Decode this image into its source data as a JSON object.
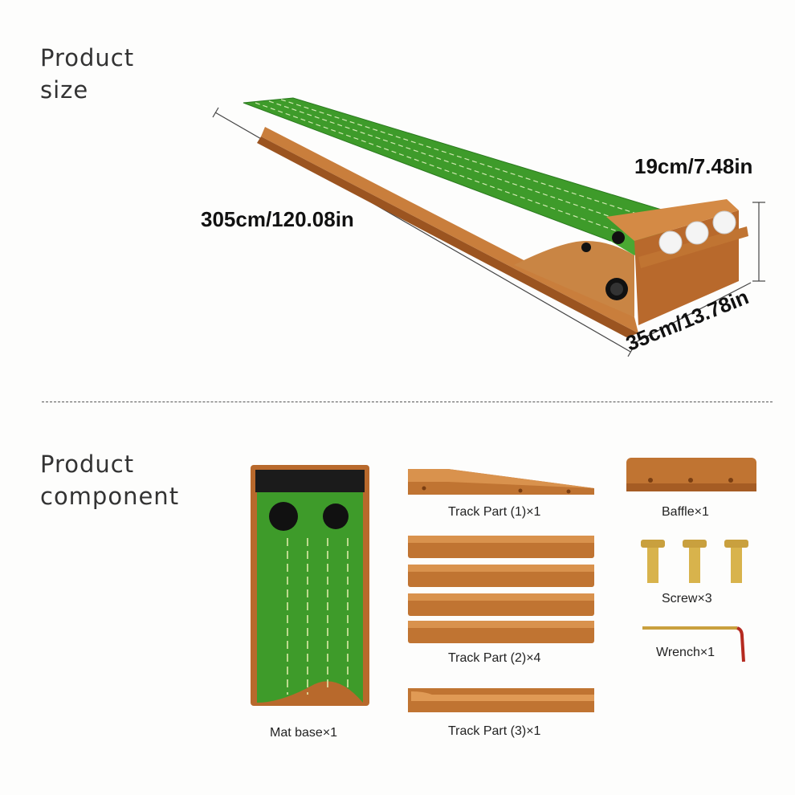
{
  "size_section": {
    "heading_line1": "Product",
    "heading_line2": "size",
    "dimensions": {
      "length": "305cm/120.08in",
      "height": "19cm/7.48in",
      "width": "35cm/13.78in"
    }
  },
  "component_section": {
    "heading_line1": "Product",
    "heading_line2": "component",
    "components": {
      "mat_base": "Mat base×1",
      "track_part_1": "Track Part (1)×1",
      "track_part_2": "Track Part (2)×4",
      "track_part_3": "Track Part (3)×1",
      "baffle": "Baffle×1",
      "screw": "Screw×3",
      "wrench": "Wrench×1"
    }
  },
  "colors": {
    "wood": "#b8692c",
    "wood_light": "#d48a45",
    "grass": "#3e9b2a",
    "grass_light": "#6cc24a",
    "hole": "#111111"
  }
}
